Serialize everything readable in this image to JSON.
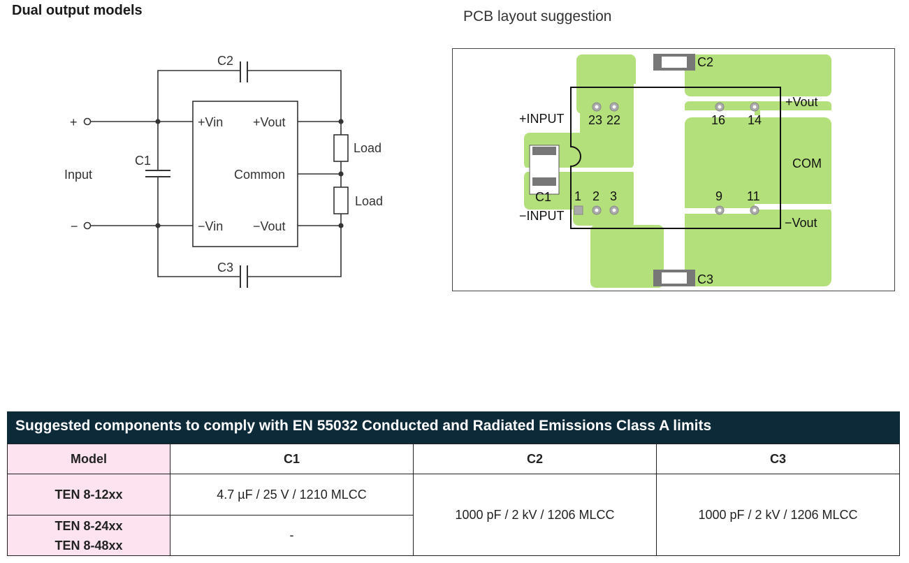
{
  "schematic": {
    "title": "Dual output models",
    "plus_terminal": "+",
    "minus_terminal": "−",
    "input_label": "Input",
    "c1": "C1",
    "c2": "C2",
    "c3": "C3",
    "pin_vin_plus": "+Vin",
    "pin_vout_plus": "+Vout",
    "pin_common": "Common",
    "pin_vin_minus": "−Vin",
    "pin_vout_minus": "−Vout",
    "load1": "Load",
    "load2": "Load"
  },
  "pcb": {
    "title": "PCB layout suggestion",
    "plus_input": "+INPUT",
    "minus_input": "−INPUT",
    "plus_vout": "+Vout",
    "minus_vout": "−Vout",
    "com": "COM",
    "c1": "C1",
    "c2": "C2",
    "c3": "C3",
    "pins": {
      "p23": "23",
      "p22": "22",
      "p16": "16",
      "p14": "14",
      "p1": "1",
      "p2": "2",
      "p3": "3",
      "p9": "9",
      "p11": "11"
    },
    "colors": {
      "copper": "#b4e07c",
      "outline": "#111111",
      "component": "#777777"
    }
  },
  "table": {
    "title": "Suggested components to comply with EN 55032 Conducted and Radiated Emissions Class A limits",
    "headers": [
      "Model",
      "C1",
      "C2",
      "C3"
    ],
    "row1_model": "TEN 8-12xx",
    "row1_c1": "4.7 µF / 25 V / 1210 MLCC",
    "row2_model_a": "TEN 8-24xx",
    "row2_model_b": "TEN 8-48xx",
    "row2_c1": "-",
    "c2_value": "1000 pF / 2 kV / 1206 MLCC",
    "c3_value": "1000 pF / 2 kV / 1206 MLCC",
    "colors": {
      "header_bg": "#0d2a39",
      "model_bg": "#fde3f0"
    }
  }
}
